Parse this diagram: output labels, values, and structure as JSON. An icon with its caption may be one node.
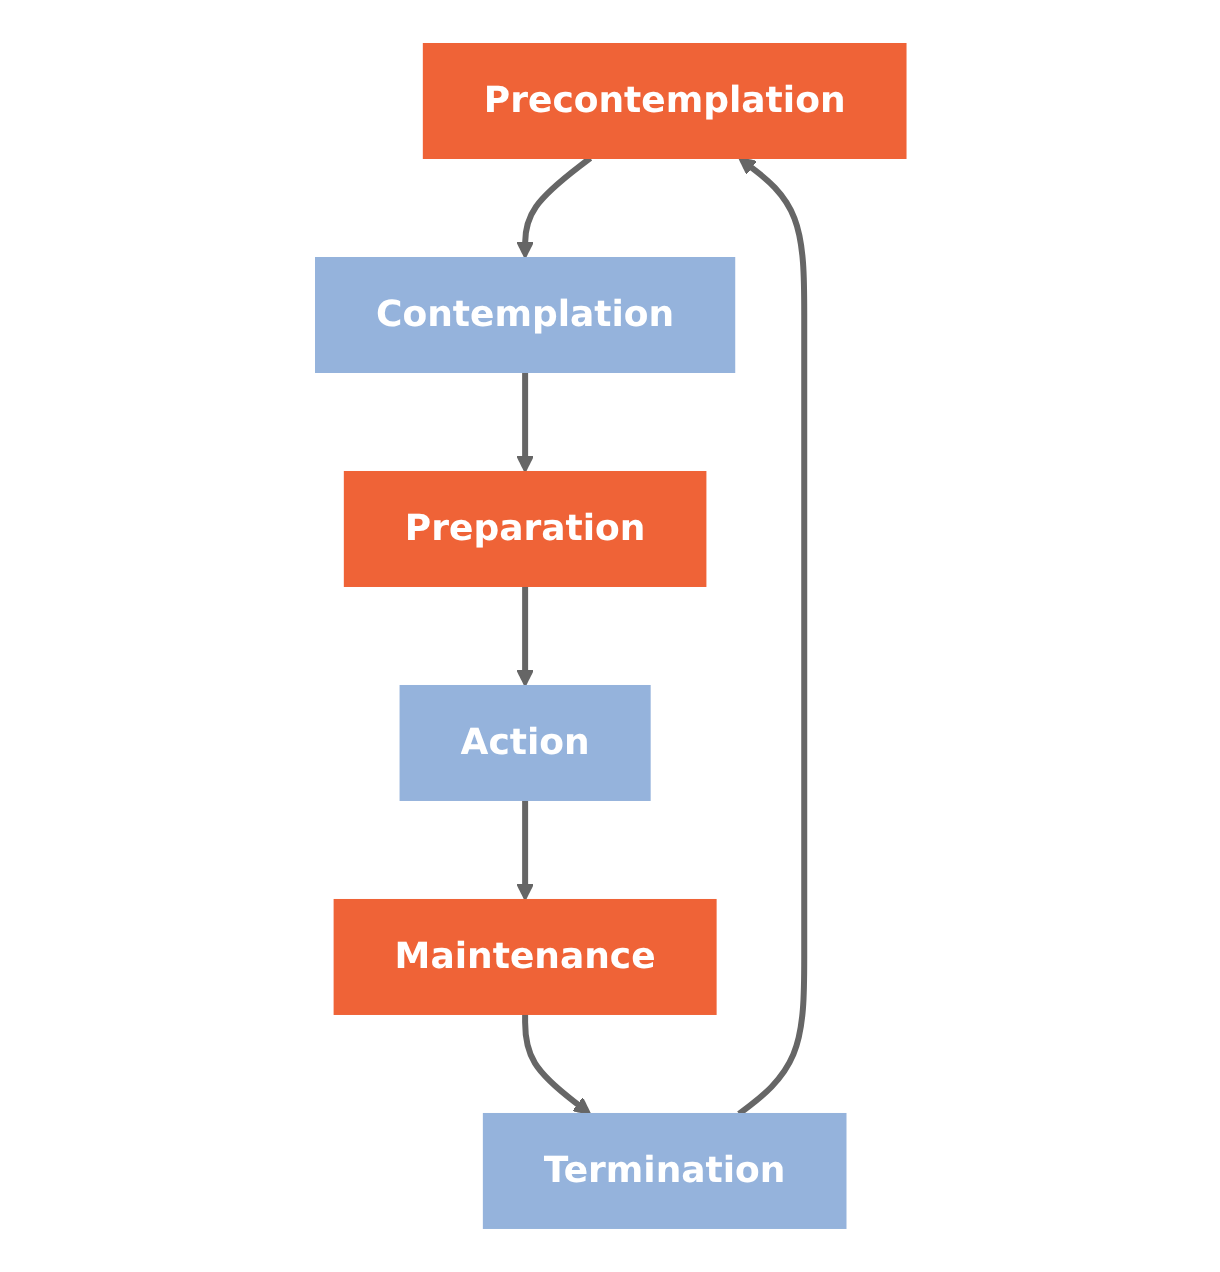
{
  "diagram": {
    "nodes": [
      {
        "text": [
          "Precontemplation"
        ]
      },
      {
        "text": [
          "Contemplation"
        ]
      },
      {
        "text": [
          "Preparation"
        ]
      },
      {
        "text": [
          "Action"
        ]
      },
      {
        "text": [
          "Maintenance"
        ]
      },
      {
        "text": [
          "Termination"
        ]
      }
    ],
    "edges": [
      {
        "from": 0,
        "to": 1,
        "arrow": "to"
      },
      {
        "from": 1,
        "to": 2,
        "arrow": "to"
      },
      {
        "from": 2,
        "to": 3,
        "arrow": "to"
      },
      {
        "from": 3,
        "to": 4,
        "arrow": "to"
      },
      {
        "from": 4,
        "to": 5,
        "arrow": "to"
      },
      {
        "from": 5,
        "to": 0,
        "arrow": "to"
      }
    ]
  }
}
